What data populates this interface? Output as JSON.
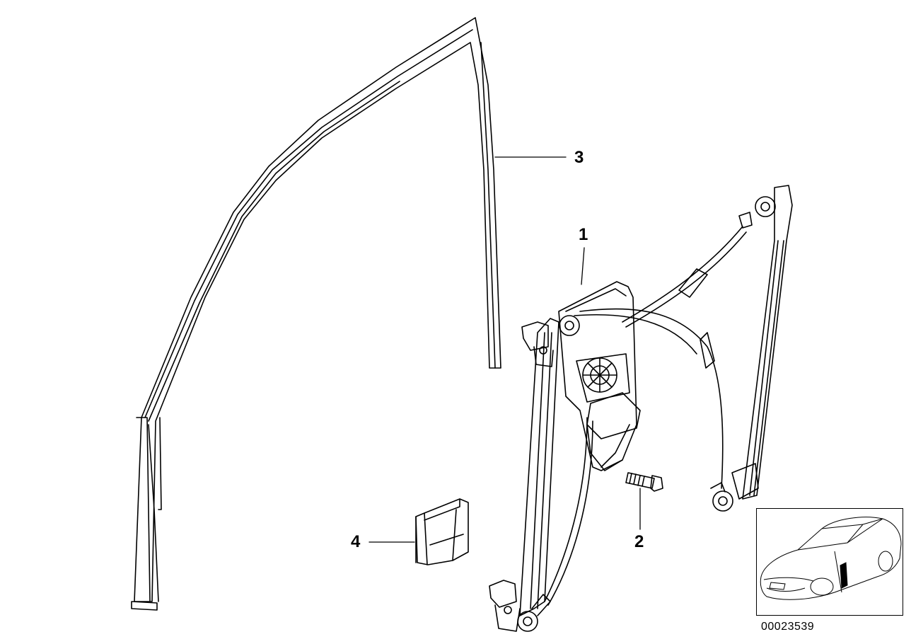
{
  "diagram": {
    "callouts": [
      {
        "id": "1",
        "label": "1"
      },
      {
        "id": "2",
        "label": "2"
      },
      {
        "id": "3",
        "label": "3"
      },
      {
        "id": "4",
        "label": "4"
      }
    ],
    "reference_number": "00023539"
  },
  "parts": [
    {
      "key": "window-regulator-with-motor",
      "callout": "1"
    },
    {
      "key": "bolt",
      "callout": "2"
    },
    {
      "key": "window-guide-rail",
      "callout": "3"
    },
    {
      "key": "cover-bracket",
      "callout": "4"
    }
  ],
  "colors": {
    "line": "#000000",
    "background": "#ffffff"
  }
}
